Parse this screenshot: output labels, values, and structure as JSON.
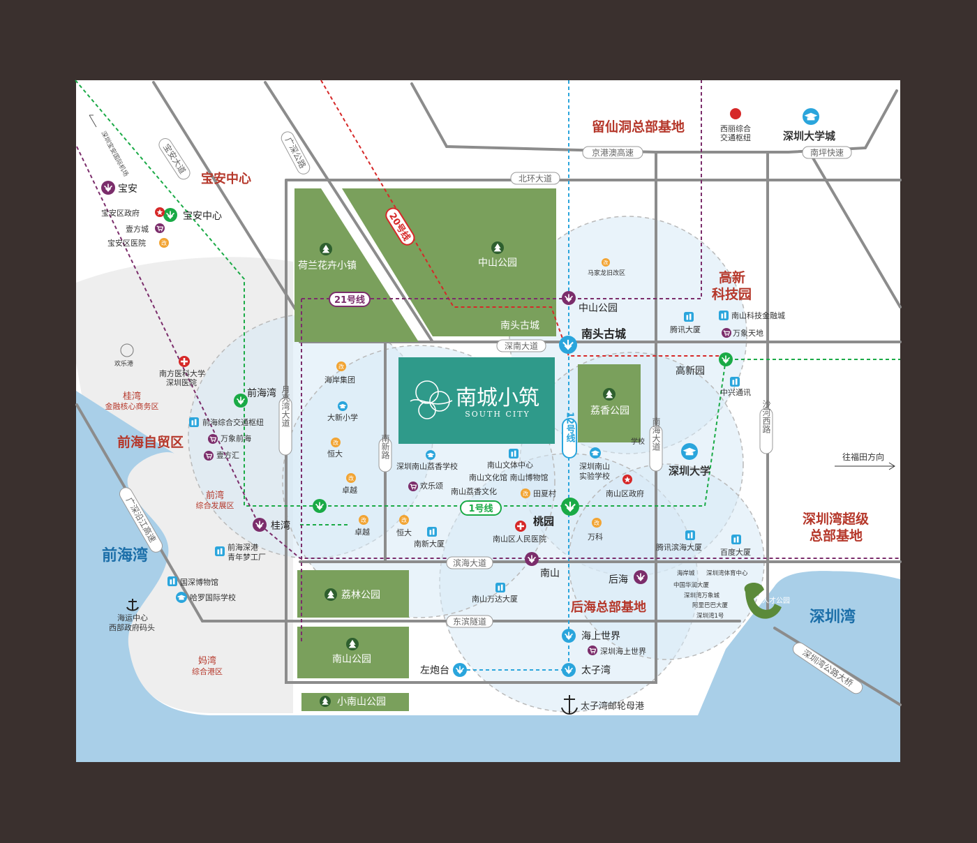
{
  "project": {
    "name_cn": "南城小筑",
    "name_en": "SOUTH CITY",
    "color": "#2f9a8a"
  },
  "colors": {
    "frame": "#3a302e",
    "land": "#ffffff",
    "water": "#a9cfe8",
    "park": "#7aa05c",
    "road": "#8c8c8c",
    "circle": "#d7e9f5",
    "line1": "#1aaa46",
    "line12": "#2aa5dc",
    "line20": "#d62828",
    "line21": "#7b2d6b",
    "metro": "#7b2d6b",
    "title": "#b5372a"
  },
  "roads": {
    "jinggangao": "京港澳高速",
    "nanping": "南坪快速",
    "beihuan": "北环大道",
    "shennan": "深南大道",
    "binhai": "滨海大道",
    "dongbin": "东滨隧道",
    "guangshen": "广深公路",
    "baoan": "宝安大道",
    "yueliangwan": "月亮湾大道",
    "nanxin": "南新路",
    "nanhai": "南海大道",
    "shahexi": "沙河西路",
    "yanjiang": "广深沿江高速",
    "shenzhenwanbridge": "深圳湾公路大桥",
    "airport": "深圳宝安国际机场",
    "to_futian": "往福田方向"
  },
  "lines": {
    "l20": "20号线",
    "l21": "21号线",
    "l12": "12号线",
    "l1": "1号线"
  },
  "districts": {
    "liuxiandong": "留仙洞总部基地",
    "baoan_center": "宝安中心",
    "gaoxin": "高新",
    "kejiyuan": "科技园",
    "qianhai_ftz": "前海自贸区",
    "guiwan": "桂湾",
    "guiwan_sub": "金融核心商务区",
    "qianwan": "前湾",
    "qianwan_sub": "综合发展区",
    "qianhaiwan": "前海湾",
    "mawan": "妈湾",
    "mawan_sub": "综合港区",
    "szbay_super": "深圳湾超级",
    "szbay_super2": "总部基地",
    "houhai_hq": "后海总部基地",
    "szbay": "深圳湾"
  },
  "parks": {
    "helan": "荷兰花卉小镇",
    "zhongshan": "中山公园",
    "nantou_old": "南头古城",
    "lixiang": "荔香公园",
    "lilin": "荔林公园",
    "nanshan": "南山公园",
    "xiaonanshan": "小南山公园",
    "rencai": "人才公园"
  },
  "stations": {
    "baoan": "宝安",
    "baoan_center": "宝安中心",
    "zhongshan_park": "中山公园",
    "nantou_gucheng": "南头古城",
    "gaoxinyuan": "高新园",
    "qianhaiwan": "前海湾",
    "guiwan": "桂湾",
    "taoyuan": "桃园",
    "nanshan": "南山",
    "houhai": "后海",
    "haishang": "海上世界",
    "zuopaotai": "左炮台",
    "taiziwan": "太子湾"
  },
  "pois": {
    "xili": "西丽综合",
    "xili2": "交通枢纽",
    "szdx_city": "深圳大学城",
    "majialong": "马家龙旧改区",
    "tencent": "腾讯大厦",
    "nanshan_fin": "南山科技金融城",
    "wanxiang_tiandi": "万象天地",
    "zhongxing": "中兴通讯",
    "szdx": "深圳大学",
    "baoan_gov": "宝安区政府",
    "yifangcheng": "壹方城",
    "baoan_hosp": "宝安区医院",
    "huanlegang": "欢乐港",
    "nanyi": "南方医科大学",
    "nanyi2": "深圳医院",
    "qianhai_hub": "前海综合交通枢纽",
    "wanxiang_qh": "万象前海",
    "yifanghui": "壹方汇",
    "haian": "海岸集团",
    "daxin": "大新小学",
    "hengda": "恒大",
    "zhuoyue": "卓越",
    "lixiang_school": "深圳南山荔香学校",
    "culture": "南山文体中心",
    "museum": "南山文化馆 南山博物馆",
    "yuewenhua": "南山荔香文化",
    "huanleson": "欢乐颂",
    "tianxia": "田夏村",
    "sznssy": "深圳南山",
    "sznssy2": "实验学校",
    "ns_gov": "南山区政府",
    "ns_hosp": "南山区人民医院",
    "nanxin_bldg": "南新大厦",
    "vanke": "万科",
    "tencent_bh": "腾讯滨海大厦",
    "baidu": "百度大厦",
    "hengda2": "恒大",
    "zhuoyue2": "卓越",
    "mengfactory": "前海深港",
    "mengfactory2": "青年梦工厂",
    "expo": "国深博物馆",
    "harrow": "哈罗国际学校",
    "haiyun": "海运中心",
    "haiyun2": "西部政府码头",
    "wanda": "南山万达大厦",
    "shenzhenwan_tiyu": "深圳湾体育中心",
    "haian_city": "海岸城",
    "huarun": "中国华润大厦",
    "szw_wxc": "深圳湾万象城",
    "alibaba": "阿里巴巴大厦",
    "szw1": "深圳湾1号",
    "haishang_mall": "深圳海上世界",
    "taiziwan_port": "太子湾邮轮母港",
    "lixiang_school2": "学校"
  }
}
